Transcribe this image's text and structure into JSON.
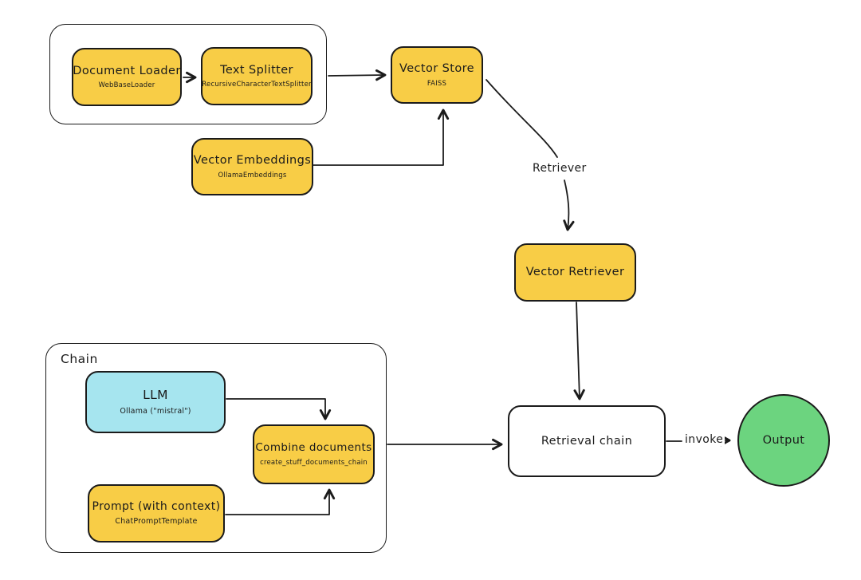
{
  "diagram": {
    "colors": {
      "yellow": "#f8cd46",
      "cyan": "#a6e5ef",
      "green": "#6cd47f",
      "white": "#ffffff",
      "stroke": "#1b1b1b",
      "background": "#ffffff"
    },
    "groups": {
      "chain": {
        "label": "Chain"
      }
    },
    "nodes": {
      "document_loader": {
        "label": "Document Loader",
        "sublabel": "WebBaseLoader"
      },
      "text_splitter": {
        "label": "Text Splitter",
        "sublabel": "RecursiveCharacterTextSplitter"
      },
      "vector_store": {
        "label": "Vector Store",
        "sublabel": "FAISS"
      },
      "vector_embeddings": {
        "label": "Vector Embeddings",
        "sublabel": "OllamaEmbeddings"
      },
      "vector_retriever": {
        "label": "Vector Retriever"
      },
      "llm": {
        "label": "LLM",
        "sublabel": "Ollama (\"mistral\")"
      },
      "combine_documents": {
        "label": "Combine documents",
        "sublabel": "create_stuff_documents_chain"
      },
      "prompt": {
        "label": "Prompt (with context)",
        "sublabel": "ChatPromptTemplate"
      },
      "retrieval_chain": {
        "label": "Retrieval chain"
      },
      "output": {
        "label": "Output"
      }
    },
    "edge_labels": {
      "retriever": "Retriever",
      "invoke": "invoke"
    }
  }
}
